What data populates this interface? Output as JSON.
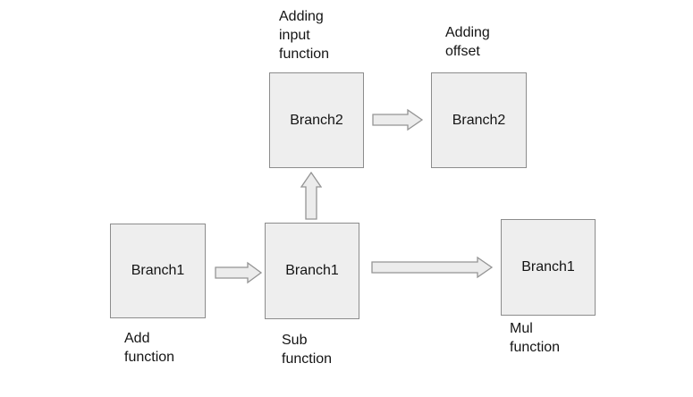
{
  "colors": {
    "bg": "#ffffff",
    "box_fill": "#eeeeee",
    "box_border": "#8c8c8c",
    "arrow_fill": "#ececec",
    "arrow_border": "#949494",
    "text": "#141414"
  },
  "nodes": {
    "branch2_input": {
      "label": "Branch2",
      "caption": "Adding\ninput\nfunction"
    },
    "branch2_offset": {
      "label": "Branch2",
      "caption": "Adding\noffset"
    },
    "branch1_add": {
      "label": "Branch1",
      "caption": "Add\nfunction"
    },
    "branch1_sub": {
      "label": "Branch1",
      "caption": "Sub\nfunction"
    },
    "branch1_mul": {
      "label": "Branch1",
      "caption": "Mul\nfunction"
    }
  },
  "arrows": [
    {
      "id": "branch2-input-to-branch2-offset",
      "direction": "right"
    },
    {
      "id": "branch1-add-to-branch1-sub",
      "direction": "right"
    },
    {
      "id": "branch1-sub-to-branch1-mul",
      "direction": "right"
    },
    {
      "id": "branch1-sub-to-branch2-input",
      "direction": "up"
    }
  ]
}
